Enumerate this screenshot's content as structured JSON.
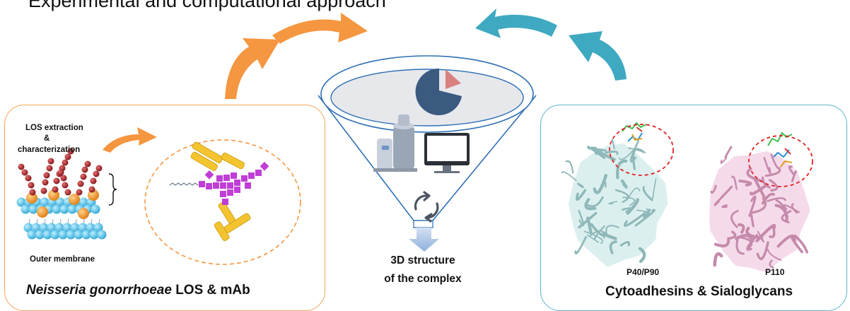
{
  "header": {
    "partial_text": "Experimental and computational approach"
  },
  "left_panel": {
    "title_italic": "Neisseria gonorrhoeae",
    "title_rest": " LOS & mAb",
    "step_label_1": "LOS extraction",
    "step_label_2": "&",
    "step_label_3": "characterization",
    "membrane_label": "Outer membrane"
  },
  "center": {
    "result_line1": "3D structure",
    "result_line2": "of the complex"
  },
  "right_panel": {
    "title": "Cytoadhesins & Sialoglycans",
    "protein1_label": "P40/P90",
    "protein2_label": "P110"
  },
  "colors": {
    "orange": "#f59640",
    "teal": "#3fa9c1",
    "left_border": "#f2a45a",
    "right_border": "#5fb4c9",
    "funnel": "#2e6fb5",
    "pie": "#3b5a80",
    "glycan": "#c03ed6",
    "antibody": "#f4c430",
    "lipid_head": "#5cc4e8",
    "lipid_core": "#f39a2a",
    "chain": "#a5222a",
    "protein1": "#b8dada",
    "protein2": "#e8b4d2",
    "highlight_circle": "#e02020"
  }
}
